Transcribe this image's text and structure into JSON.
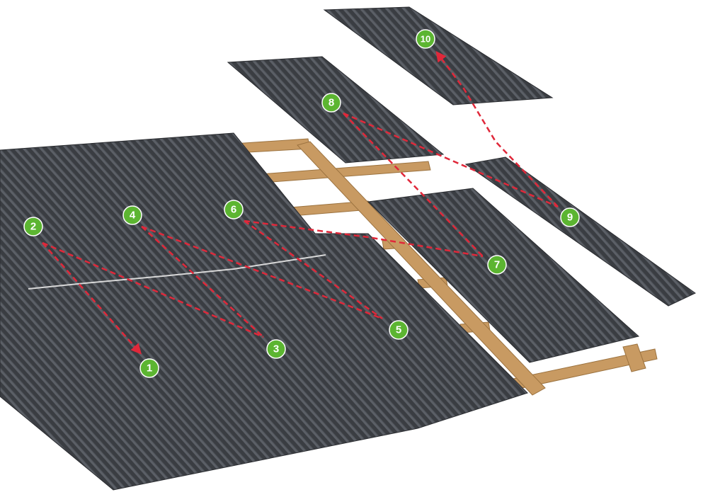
{
  "title": "Corrugated roof sheet installation sequence",
  "colors": {
    "sheet": "#3a3d42",
    "sheet_highlight": "#5b5f66",
    "wood": "#c89a62",
    "badge": "#5cb531",
    "arrow": "#e0283a"
  },
  "steps": [
    {
      "label": "1"
    },
    {
      "label": "2"
    },
    {
      "label": "3"
    },
    {
      "label": "4"
    },
    {
      "label": "5"
    },
    {
      "label": "6"
    },
    {
      "label": "7"
    },
    {
      "label": "8"
    },
    {
      "label": "9"
    },
    {
      "label": "10"
    }
  ]
}
